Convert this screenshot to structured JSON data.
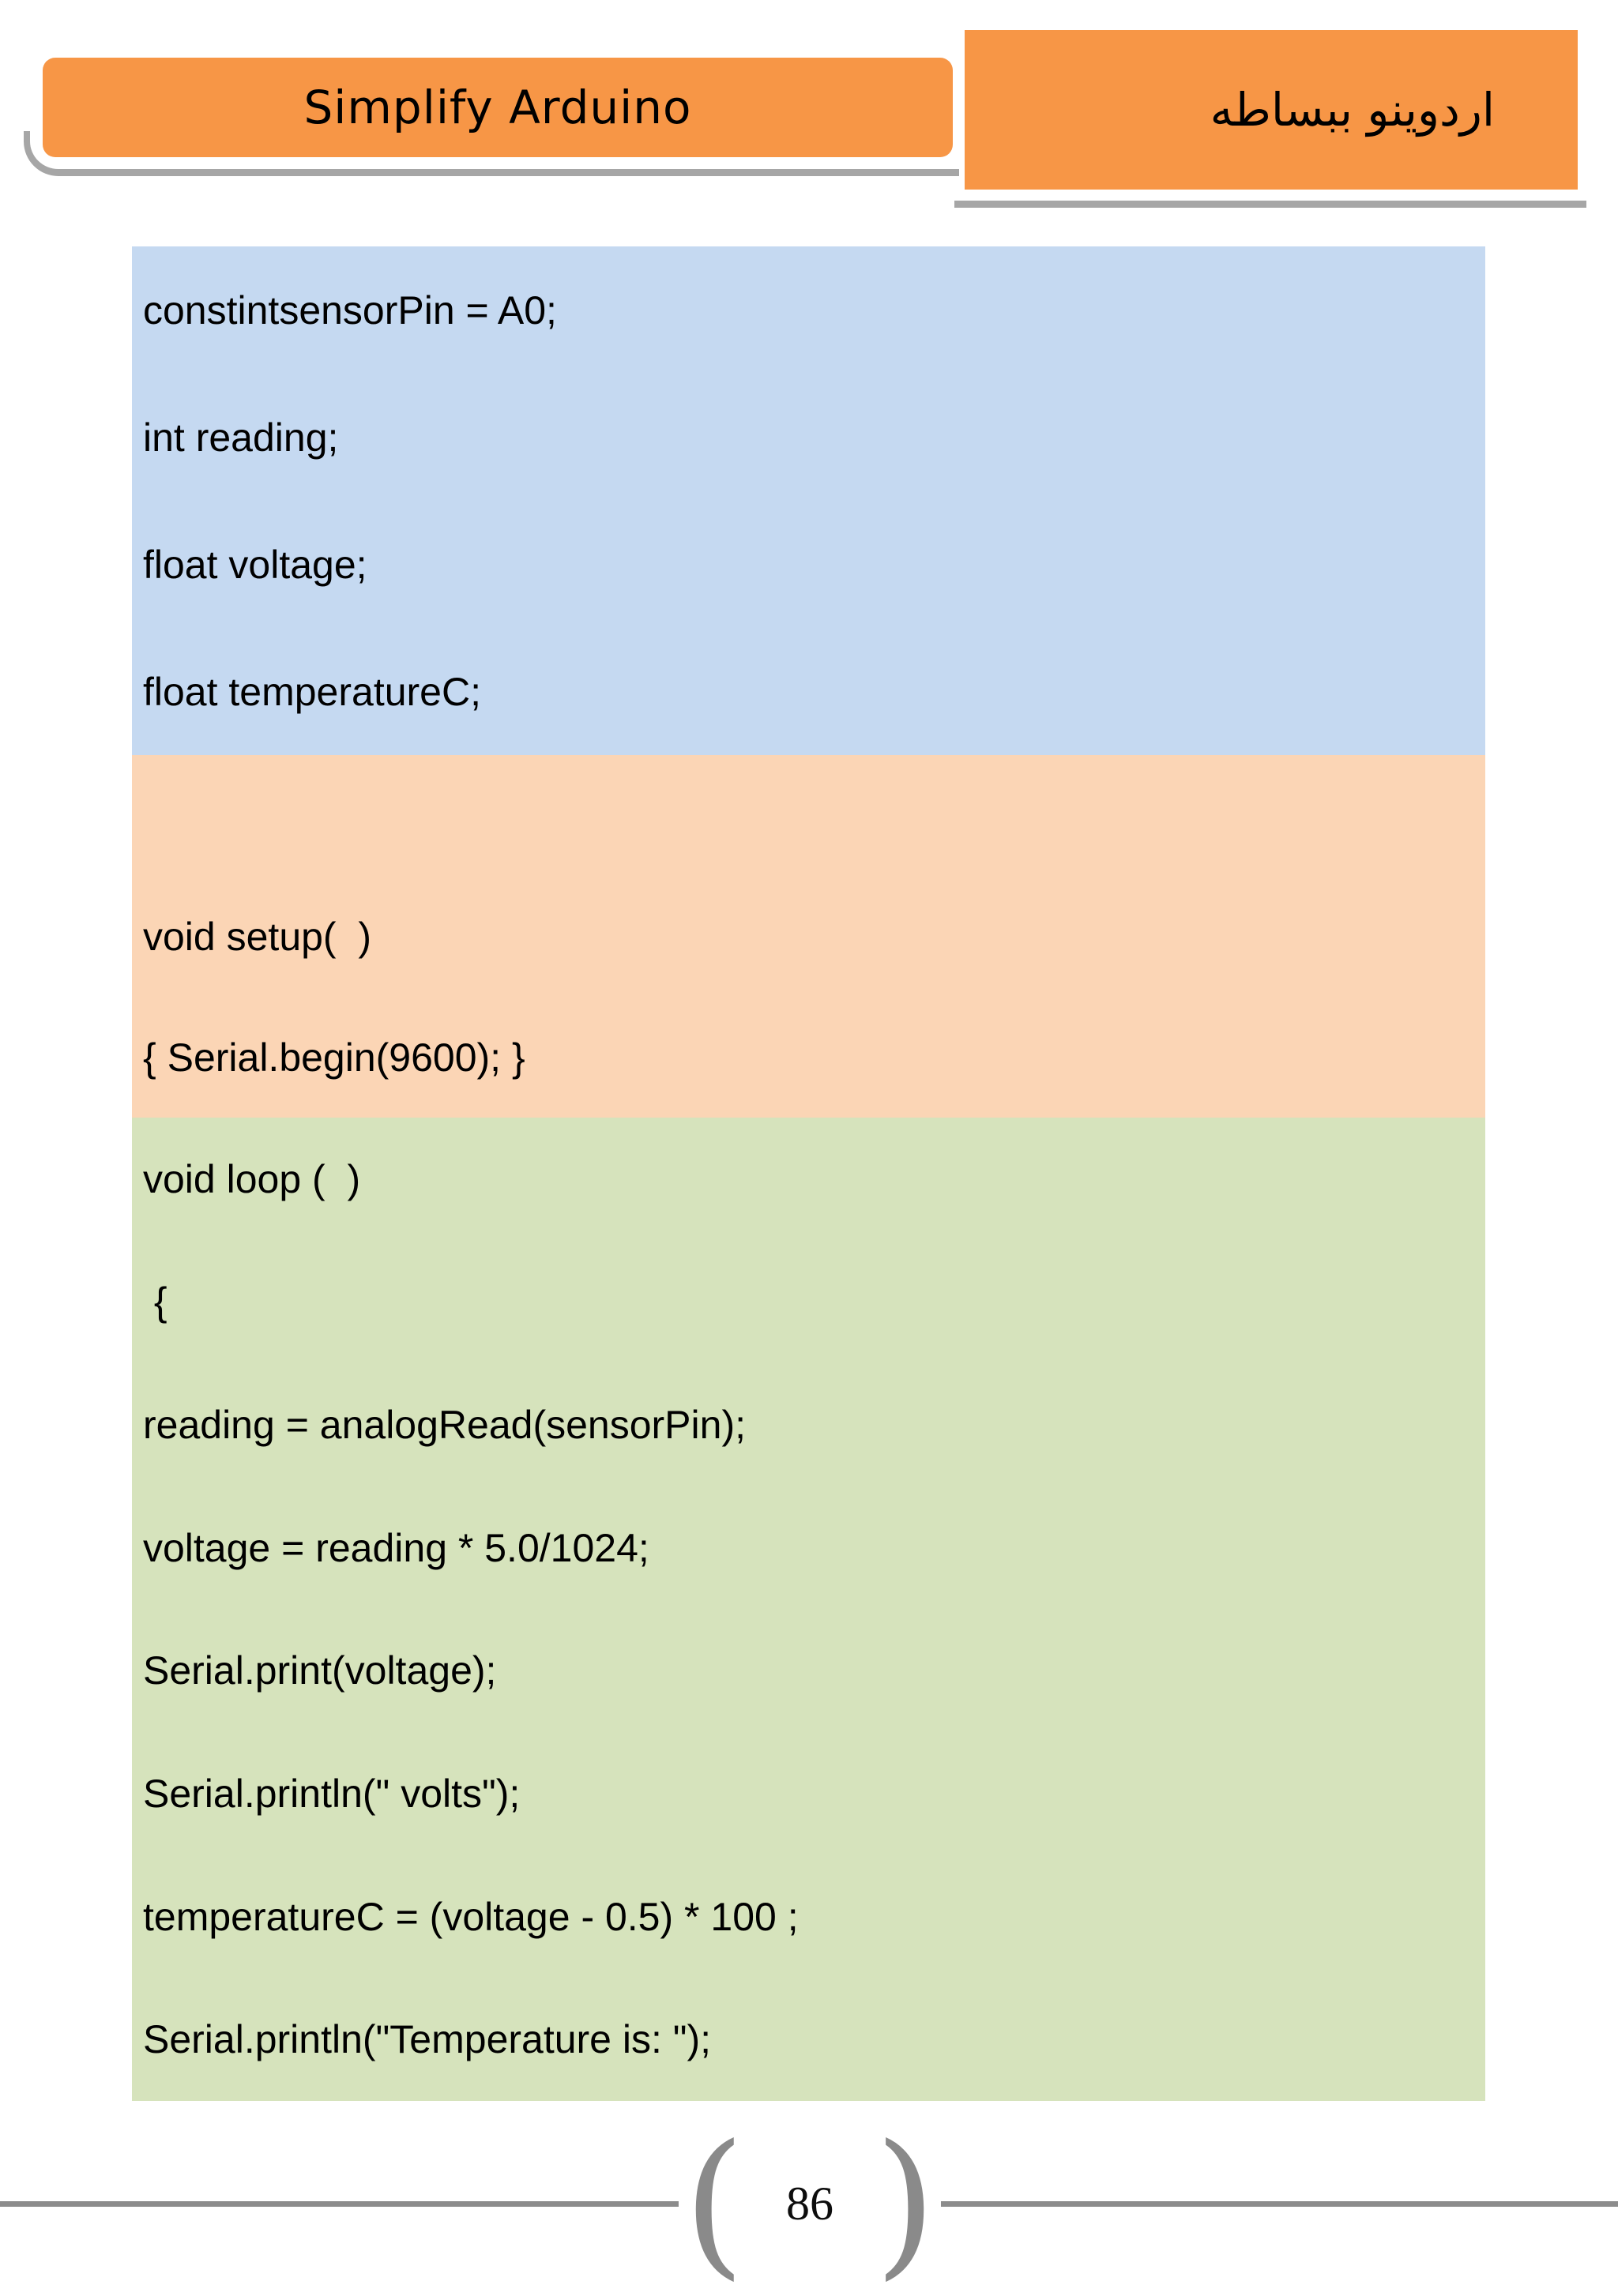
{
  "header": {
    "title_en": "Simplify Arduino",
    "title_ar": "اردوينو  ببساطه"
  },
  "code_sections": [
    {
      "name": "declarations",
      "color": "#C5D9F1",
      "lines": [
        "constintsensorPin = A0;",
        "int reading;",
        "float voltage;",
        "float temperatureC;"
      ]
    },
    {
      "name": "setup",
      "color": "#FBD5B5",
      "lines": [
        "",
        "void setup(  )",
        "{ Serial.begin(9600); }"
      ]
    },
    {
      "name": "loop",
      "color": "#D6E3BC",
      "lines": [
        "void loop (  )",
        " {",
        "reading = analogRead(sensorPin);",
        "voltage = reading * 5.0/1024;",
        "Serial.print(voltage);",
        "Serial.println(\" volts\");",
        "temperatureC = (voltage - 0.5) * 100 ;",
        "Serial.println(\"Temperature is: \");"
      ]
    }
  ],
  "footer": {
    "page_number": "86",
    "left_bracket": "(",
    "right_bracket": ")"
  },
  "colors": {
    "banner_orange": "#F79646",
    "section_blue": "#C5D9F1",
    "section_peach": "#FBD5B5",
    "section_green": "#D6E3BC",
    "shadow_gray": "#A6A6A6",
    "rule_gray": "#8C8C8C",
    "text_black": "#000000"
  }
}
